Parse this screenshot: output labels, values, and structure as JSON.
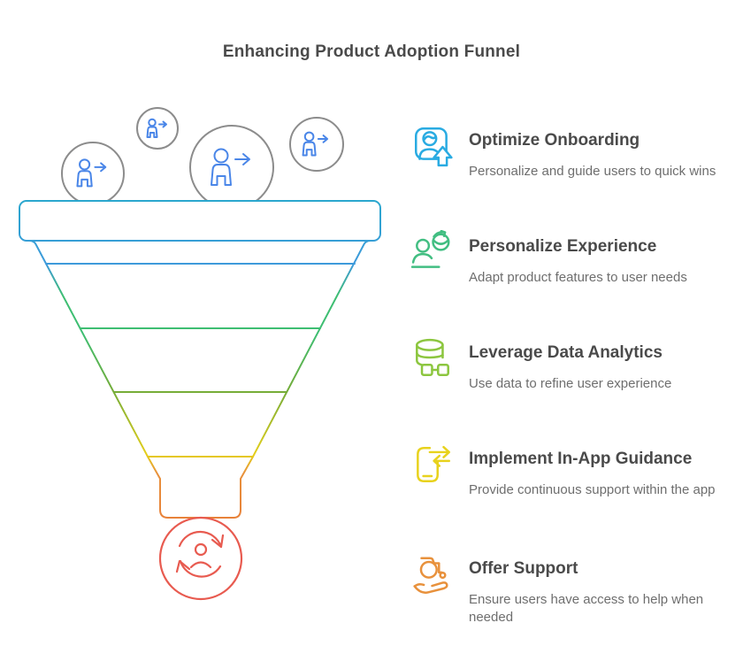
{
  "page": {
    "title": "Enhancing Product Adoption Funnel"
  },
  "funnel": {
    "stages": 5,
    "stage_colors": [
      "#2BA7CE",
      "#3E9ADB",
      "#3EBE72",
      "#74AC38",
      "#E5CF1B",
      "#E8823A"
    ],
    "retention_color": "#E85B50",
    "incoming_user_circle_color": "#8C8C8C",
    "incoming_user_icon_color": "#4A86E8",
    "incoming_user_circles": 4
  },
  "steps": [
    {
      "icon": "user-card-upload-icon",
      "accent": "#29ABE2",
      "title": "Optimize Onboarding",
      "description": "Personalize and guide users to quick wins"
    },
    {
      "icon": "user-globe-sync-icon",
      "accent": "#42BE82",
      "title": "Personalize Experience",
      "description": "Adapt product features to user needs"
    },
    {
      "icon": "database-link-icon",
      "accent": "#8CC63F",
      "title": "Leverage Data Analytics",
      "description": "Use data to refine user experience"
    },
    {
      "icon": "phone-transfer-arrows-icon",
      "accent": "#E8D21D",
      "title": "Implement In-App Guidance",
      "description": "Provide continuous support within the app"
    },
    {
      "icon": "hand-wheelchair-icon",
      "accent": "#E8913C",
      "title": "Offer Support",
      "description": "Ensure users have access to help when needed"
    }
  ]
}
